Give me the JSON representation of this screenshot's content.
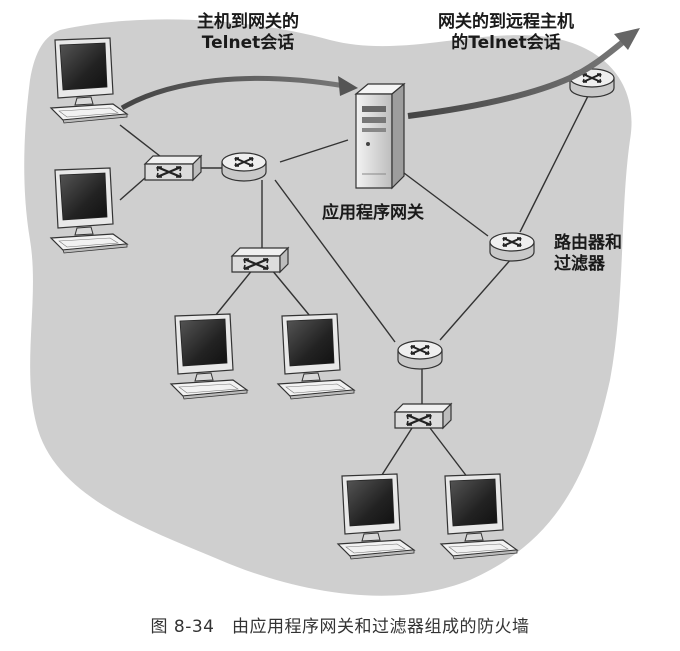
{
  "labels": {
    "telnet_host_line1": "主机到网关的",
    "telnet_host_line2": "Telnet会话",
    "telnet_remote_line1": "网关的到远程主机",
    "telnet_remote_line2": "的Telnet会话",
    "gateway": "应用程序网关",
    "router_line1": "路由器和",
    "router_line2": "过滤器"
  },
  "caption": "图 8-34　由应用程序网关和过滤器组成的防火墙",
  "colors": {
    "network_cloud": "#cfcfcf",
    "router_fill": "#e4e4e4",
    "arrow": "#555555",
    "line": "#333333"
  },
  "icons": [
    "computer-icon",
    "switch-icon",
    "router-icon",
    "server-icon"
  ]
}
